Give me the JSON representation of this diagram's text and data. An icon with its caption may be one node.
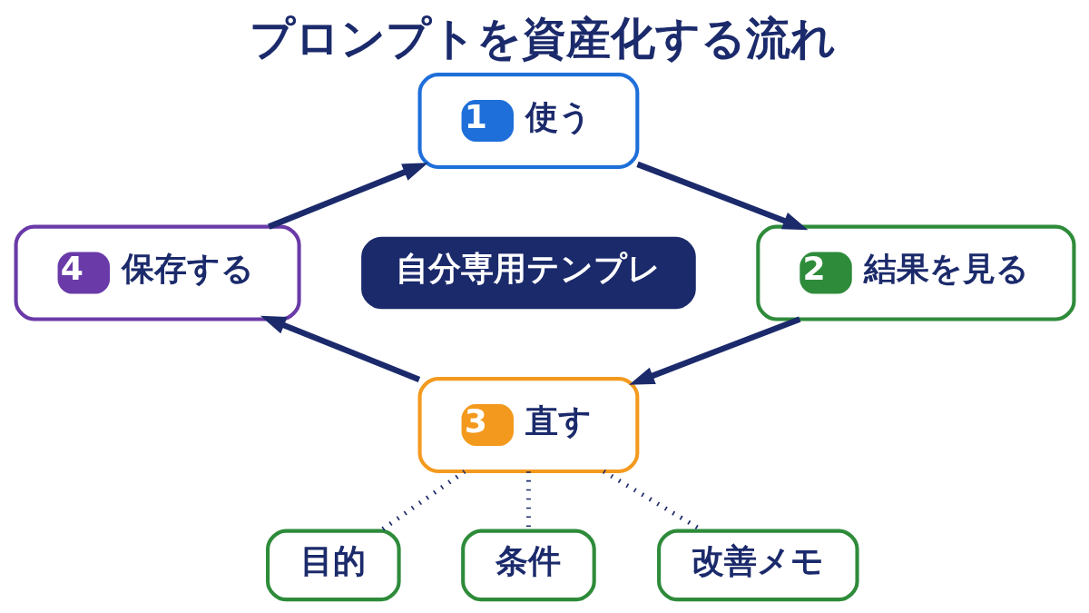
{
  "diagram": {
    "title": "プロンプトを資産化する流れ",
    "nodes": [
      {
        "text": [
          "1",
          "使う"
        ]
      },
      {
        "text": [
          "2",
          "結果を見る"
        ]
      },
      {
        "text": [
          "3",
          "直す"
        ]
      },
      {
        "text": [
          "4",
          "保存する"
        ]
      },
      {
        "text": [
          "自分専用テンプレ"
        ]
      },
      {
        "text": [
          "目的"
        ]
      },
      {
        "text": [
          "条件"
        ]
      },
      {
        "text": [
          "改善メモ"
        ]
      }
    ],
    "edges": [
      {
        "from": 0,
        "to": 1,
        "arrow": "to"
      },
      {
        "from": 1,
        "to": 2,
        "arrow": "to"
      },
      {
        "from": 2,
        "to": 3,
        "arrow": "to"
      },
      {
        "from": 3,
        "to": 0,
        "arrow": "to"
      },
      {
        "from": 2,
        "to": 5,
        "arrow": "none",
        "style": "dashed"
      },
      {
        "from": 2,
        "to": 6,
        "arrow": "none",
        "style": "dashed"
      },
      {
        "from": 2,
        "to": 7,
        "arrow": "none",
        "style": "dashed"
      }
    ]
  }
}
